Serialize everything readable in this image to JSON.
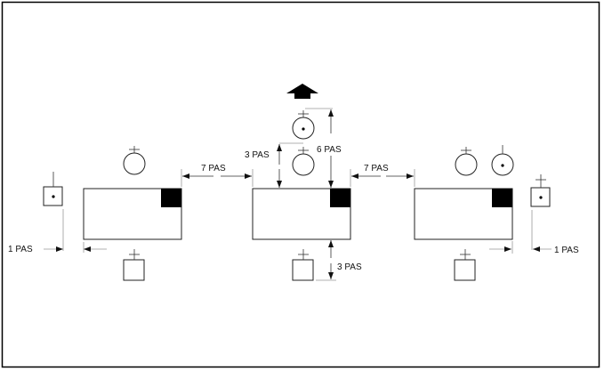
{
  "diagram": {
    "unit": "PAS",
    "labels": {
      "left_gap": "7 PAS",
      "right_gap": "7 PAS",
      "top_near": "3 PAS",
      "top_far": "6 PAS",
      "bottom": "3 PAS",
      "side_left": "1 PAS",
      "side_right": "1 PAS"
    },
    "colors": {
      "stroke": "#222222",
      "fill_dark": "#000000",
      "background": "#ffffff"
    },
    "direction_arrow": "up-arrow-icon"
  }
}
